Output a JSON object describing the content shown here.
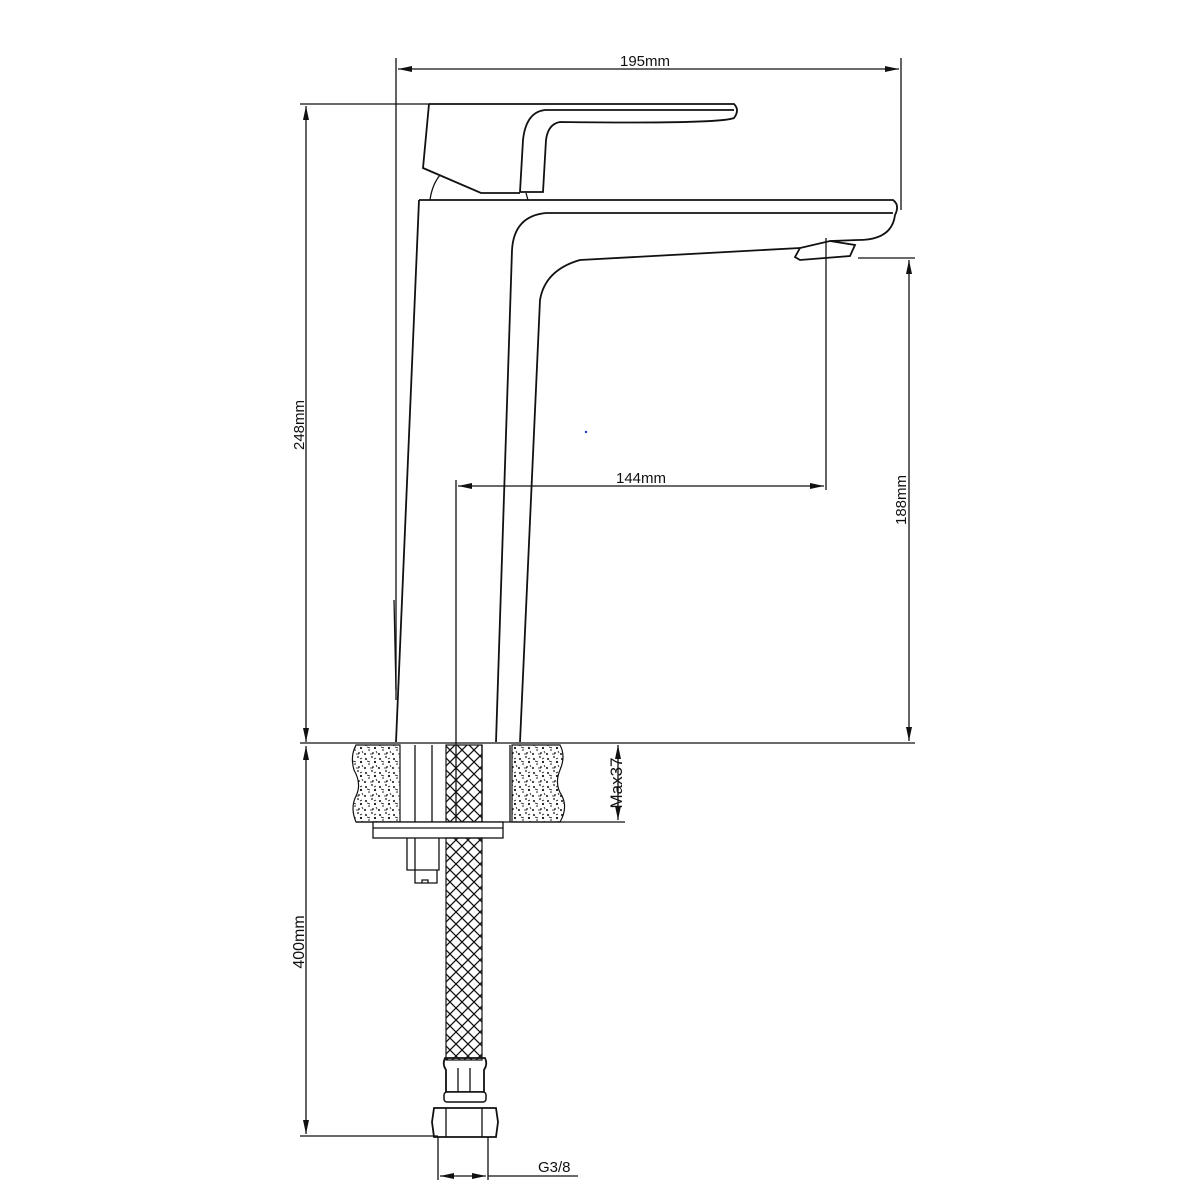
{
  "drawing": {
    "subject": "Basin mixer faucet technical drawing",
    "line_color": "#111111",
    "background": "#ffffff"
  },
  "dimensions": {
    "overall_width": "195mm",
    "overall_height": "248mm",
    "spout_reach": "144mm",
    "spout_height": "188mm",
    "max_deck_thickness": "Max37",
    "hose_length": "400mm",
    "connection_thread": "G3/8"
  }
}
